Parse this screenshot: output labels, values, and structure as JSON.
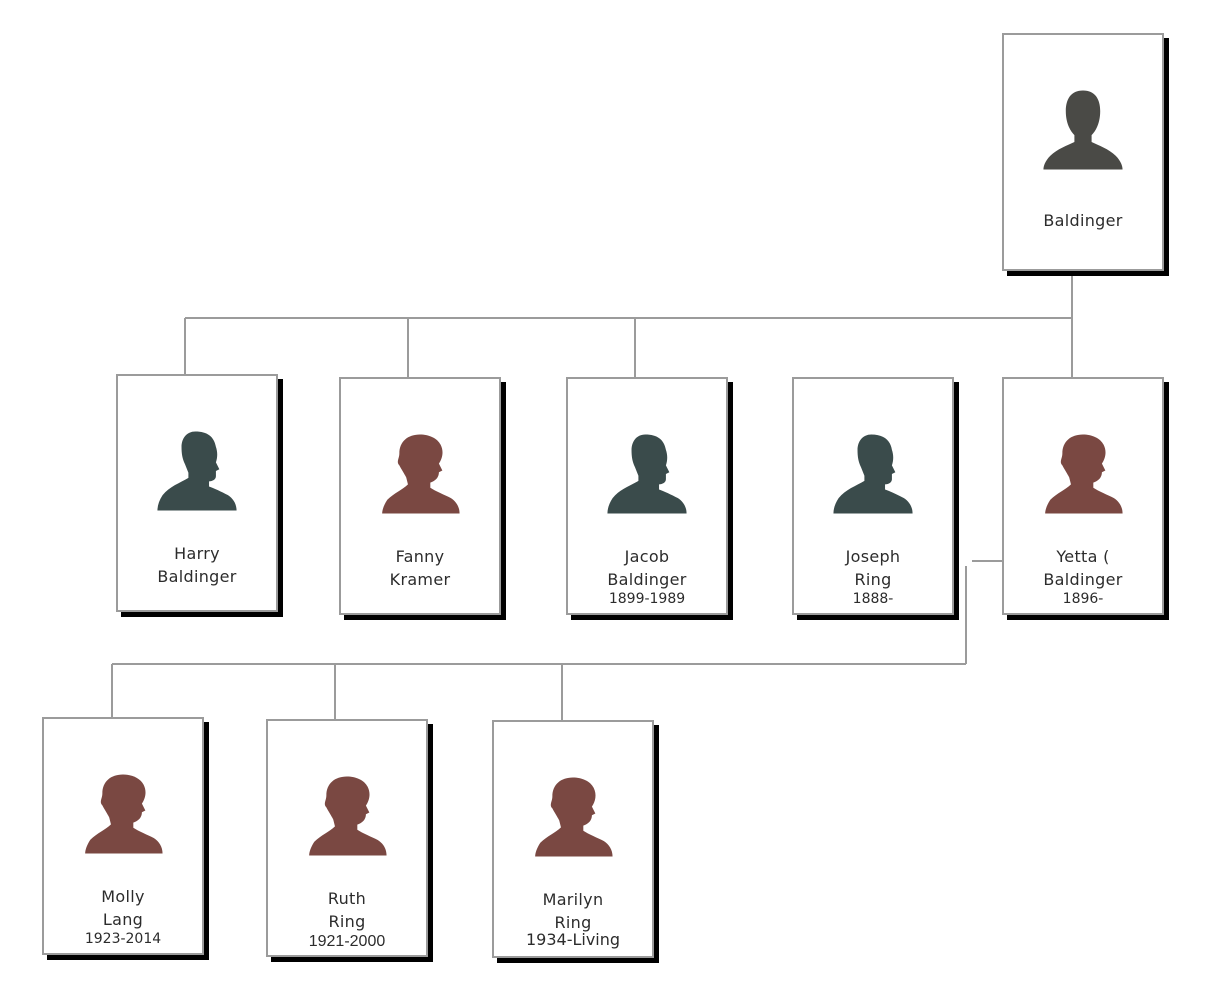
{
  "colors": {
    "male": "#3a4b4b",
    "female": "#7a4842",
    "unknown": "#4a4a46",
    "line": "#9b9b9b"
  },
  "people": {
    "root": {
      "first": "",
      "last": "Baldinger",
      "dates": "",
      "gender": "unknown"
    },
    "harry": {
      "first": "Harry",
      "last": "Baldinger",
      "dates": "",
      "gender": "male"
    },
    "fanny": {
      "first": "Fanny",
      "last": "Kramer",
      "dates": "",
      "gender": "female"
    },
    "jacob": {
      "first": "Jacob",
      "last": "Baldinger",
      "dates": "1899-1989",
      "gender": "male"
    },
    "joseph": {
      "first": "Joseph",
      "last": "Ring",
      "dates": "1888-",
      "gender": "male"
    },
    "yetta": {
      "first": "Yetta (",
      "last": "Baldinger",
      "dates": "1896-",
      "gender": "female"
    },
    "molly": {
      "first": "Molly",
      "last": "Lang",
      "dates": "1923-2014",
      "gender": "female"
    },
    "ruth": {
      "first": "Ruth",
      "last": "Ring",
      "dates": "1921-2000",
      "gender": "female"
    },
    "marilyn": {
      "first": "Marilyn",
      "last": "Ring",
      "dates": "1934-Living",
      "gender": "female"
    }
  }
}
